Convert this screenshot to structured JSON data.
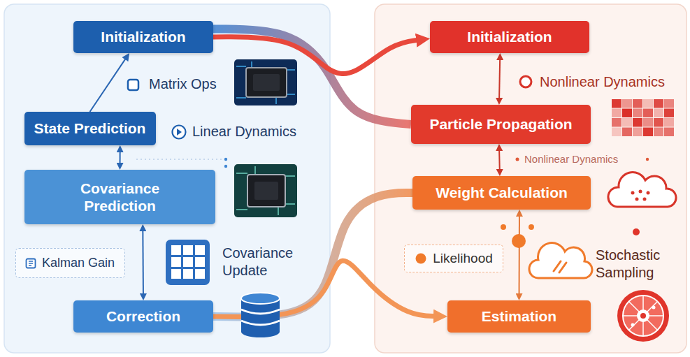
{
  "diagram": {
    "nodes": [
      {
        "text": [
          "Initialization"
        ]
      },
      {
        "text": [
          "State Prediction"
        ]
      },
      {
        "text": [
          "Covariance Prediction"
        ]
      },
      {
        "text": [
          "Kalman Gain"
        ]
      },
      {
        "text": [
          "Correction"
        ]
      },
      {
        "text": [
          "Initialization"
        ]
      },
      {
        "text": [
          "Particle Propagation"
        ]
      },
      {
        "text": [
          "Weight Calculation"
        ]
      },
      {
        "text": [
          "Likelihood"
        ]
      },
      {
        "text": [
          "Estimation"
        ]
      }
    ],
    "edges": [
      {
        "from": 1,
        "to": 0,
        "arrow": "to"
      },
      {
        "from": 1,
        "to": 2,
        "arrow": "both"
      },
      {
        "from": 2,
        "to": 4,
        "arrow": "both"
      },
      {
        "from": 0,
        "to": 6,
        "arrow": "none"
      },
      {
        "from": 0,
        "to": 5,
        "arrow": "to"
      },
      {
        "from": 5,
        "to": 6,
        "arrow": "both"
      },
      {
        "from": 6,
        "to": 7,
        "arrow": "both"
      },
      {
        "from": 4,
        "to": 7,
        "arrow": "none"
      },
      {
        "from": 4,
        "to": 9,
        "arrow": "to"
      },
      {
        "from": 7,
        "to": 9,
        "arrow": "both"
      }
    ],
    "labels": [
      "Matrix Ops",
      "Linear Dynamics",
      "Covariance Update",
      "Nonlinear Dynamics",
      "Nonlinear Dynamics",
      "Stochastic Sampling"
    ]
  }
}
